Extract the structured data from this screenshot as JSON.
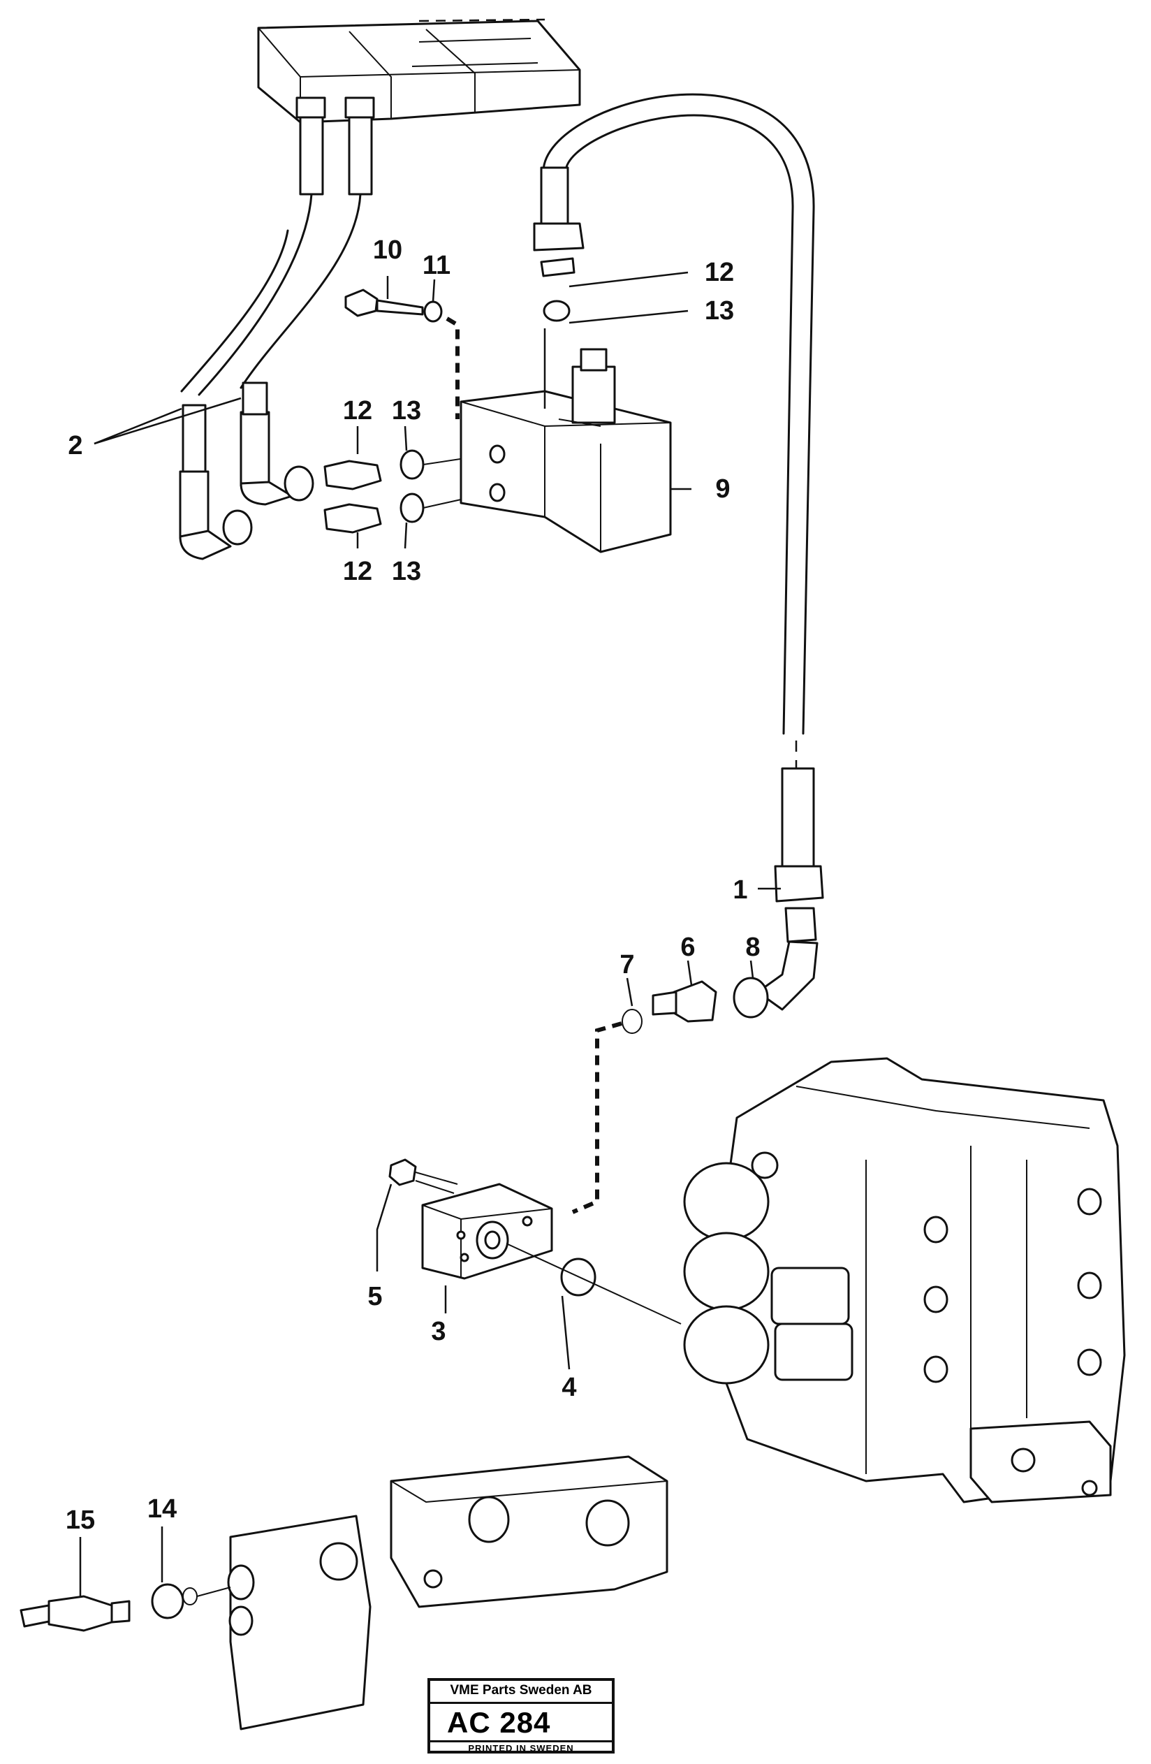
{
  "callouts": {
    "c1": "1",
    "c2": "2",
    "c3": "3",
    "c4": "4",
    "c5": "5",
    "c6": "6",
    "c7": "7",
    "c8": "8",
    "c9": "9",
    "c10": "10",
    "c11": "11",
    "c12a": "12",
    "c12b": "12",
    "c12c": "12",
    "c13a": "13",
    "c13b": "13",
    "c13c": "13",
    "c14": "14",
    "c15": "15"
  },
  "stamp": {
    "company": "VME Parts Sweden AB",
    "code": "AC 284",
    "printed": "PRINTED IN SWEDEN"
  }
}
